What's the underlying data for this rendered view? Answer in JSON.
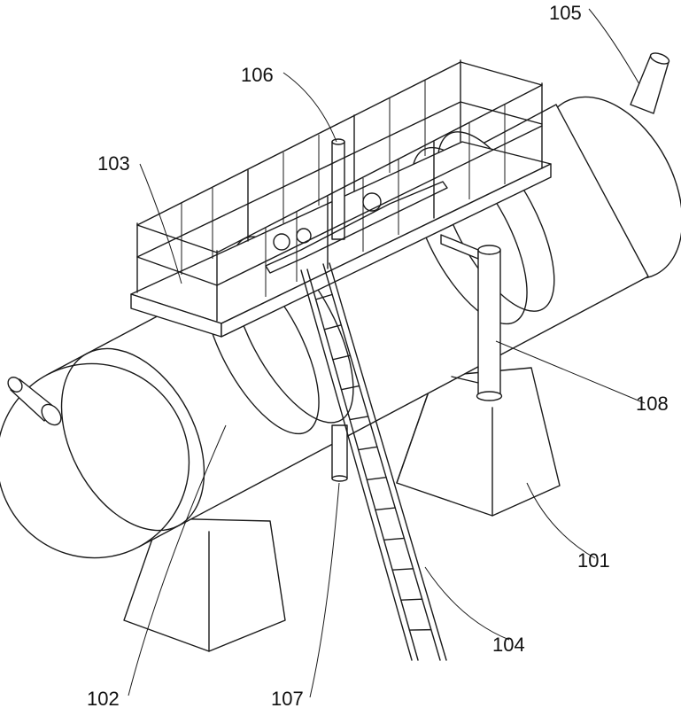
{
  "figure": {
    "labels": {
      "l101": "101",
      "l102": "102",
      "l103": "103",
      "l104": "104",
      "l105": "105",
      "l106": "106",
      "l107": "107",
      "l108": "108"
    },
    "line_color": "#1a1a1a",
    "background": "#ffffff"
  }
}
